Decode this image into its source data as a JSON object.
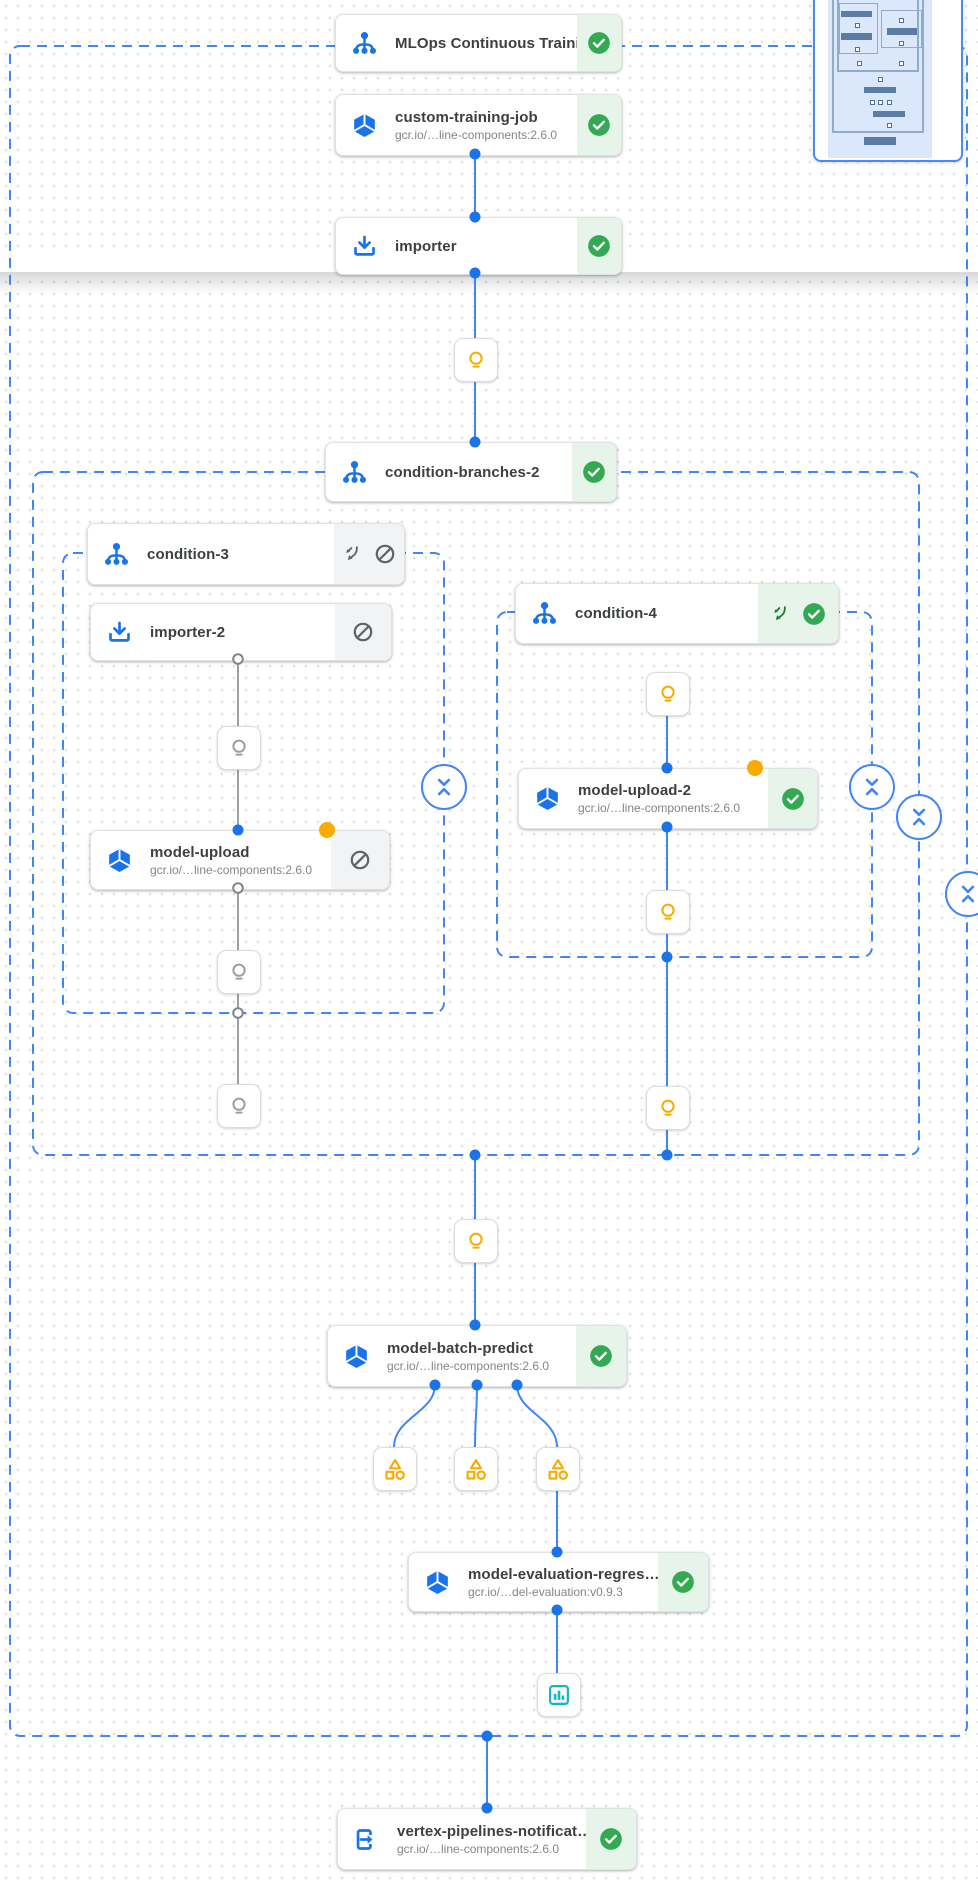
{
  "pipeline": {
    "root_title": "MLOps Continuous Traini…"
  },
  "nodes": {
    "mlops_root": {
      "title": "MLOps Continuous Traini…"
    },
    "custom_training_job": {
      "title": "custom-training-job",
      "subtitle": "gcr.io/…line-components:2.6.0"
    },
    "importer": {
      "title": "importer"
    },
    "condition_branches_2": {
      "title": "condition-branches-2"
    },
    "condition_3": {
      "title": "condition-3"
    },
    "importer_2": {
      "title": "importer-2"
    },
    "model_upload": {
      "title": "model-upload",
      "subtitle": "gcr.io/…line-components:2.6.0"
    },
    "condition_4": {
      "title": "condition-4"
    },
    "model_upload_2": {
      "title": "model-upload-2",
      "subtitle": "gcr.io/…line-components:2.6.0"
    },
    "model_batch_predict": {
      "title": "model-batch-predict",
      "subtitle": "gcr.io/…line-components:2.6.0"
    },
    "model_evaluation_regression": {
      "title": "model-evaluation-regres…",
      "subtitle": "gcr.io/…del-evaluation:v0.9.3"
    },
    "vertex_pipelines_notification": {
      "title": "vertex-pipelines-notificat…",
      "subtitle": "gcr.io/…line-components:2.6.0"
    }
  },
  "colors": {
    "node_icon_blue": "#1a73e8",
    "edge_blue": "#4285f4",
    "edge_gray": "#9aa0a6",
    "success_green": "#34a853",
    "success_bg": "#e6f4ea",
    "skipped_bg": "#f1f3f4",
    "skipped_icon_gray": "#5f6368",
    "artifact_yellow": "#f9ab00",
    "artifact_gray": "#9aa0a6",
    "metrics_cyan": "#12b5cb",
    "group_border_blue": "#4285f4",
    "cached_orange": "#f9ab00"
  }
}
